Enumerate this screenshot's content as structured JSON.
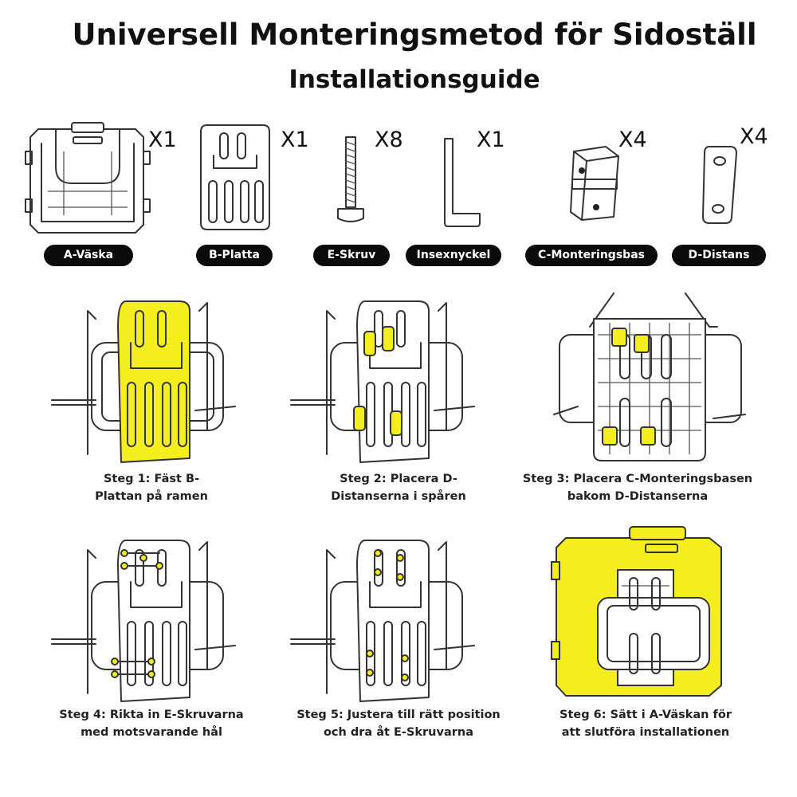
{
  "header": {
    "title": "Universell Monteringsmetod för Sidoställ",
    "subtitle": "Installationsguide"
  },
  "parts": [
    {
      "label": "A-Väska",
      "qty": "X1"
    },
    {
      "label": "B-Platta",
      "qty": "X1"
    },
    {
      "label": "E-Skruv",
      "qty": "X8"
    },
    {
      "label": "Insexnyckel",
      "qty": "X1"
    },
    {
      "label": "C-Monteringsbas",
      "qty": "X4"
    },
    {
      "label": "D-Distans",
      "qty": "X4"
    }
  ],
  "steps": [
    {
      "line1": "Steg 1: Fäst B-",
      "line2": "Plattan på ramen"
    },
    {
      "line1": "Steg 2: Placera D-",
      "line2": "Distanserna i spåren"
    },
    {
      "line1": "Steg 3: Placera C-Monteringsbasen",
      "line2": "bakom D-Distanserna"
    },
    {
      "line1": "Steg 4: Rikta in E-Skruvarna",
      "line2": "med motsvarande hål"
    },
    {
      "line1": "Steg 5: Justera till rätt position",
      "line2": "och dra åt E-Skruvarna"
    },
    {
      "line1": "Steg 6: Sätt i A-Väskan för",
      "line2": "att slutföra installationen"
    }
  ],
  "colors": {
    "highlight": "#f4ee1f",
    "pill_bg": "#0b0b0b",
    "line": "#333333"
  }
}
